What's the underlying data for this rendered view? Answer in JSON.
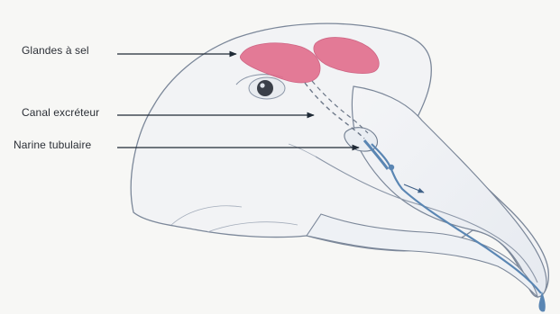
{
  "labels": {
    "salt_glands": "Glandes à sel",
    "excretory_canal": "Canal excréteur",
    "tubular_nostril": "Narine tubulaire"
  },
  "colors": {
    "background": "#f7f7f5",
    "outline": "#7b8799",
    "gland_fill": "#e2708f",
    "canal_blue": "#5a86b3",
    "leader_line": "#1f2a36"
  }
}
